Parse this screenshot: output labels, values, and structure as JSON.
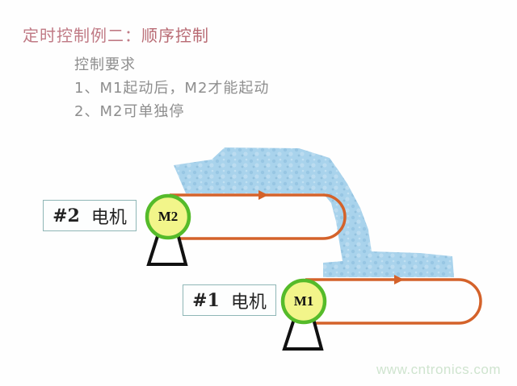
{
  "title": {
    "main": "定时控制例二：",
    "sub": "顺序控制"
  },
  "requirements": {
    "heading": "控制要求",
    "items": [
      "1、M1起动后，M2才能起动",
      "2、M2可单独停"
    ]
  },
  "motors": [
    {
      "label_num": "#2",
      "label_text": "电机",
      "code": "M2"
    },
    {
      "label_num": "#1",
      "label_text": "电机",
      "code": "M1"
    }
  ],
  "colors": {
    "belt": "#d4622a",
    "motor_fill": "#f2f58a",
    "motor_ring": "#55bb2a",
    "material": "#a9d3ec",
    "title": "#c07a85",
    "text": "#8e8e8e"
  },
  "watermark": "www.cntronics.com"
}
